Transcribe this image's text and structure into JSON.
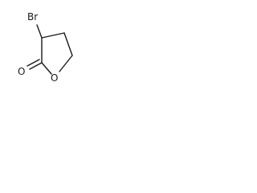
{
  "molecule": {
    "atoms": {
      "bromine": "Br",
      "carbonyl_oxygen": "O",
      "ring_oxygen": "O"
    },
    "colors": {
      "bond": "#1a1a1a",
      "label": "#1a1a1a",
      "background": "#ffffff"
    }
  }
}
